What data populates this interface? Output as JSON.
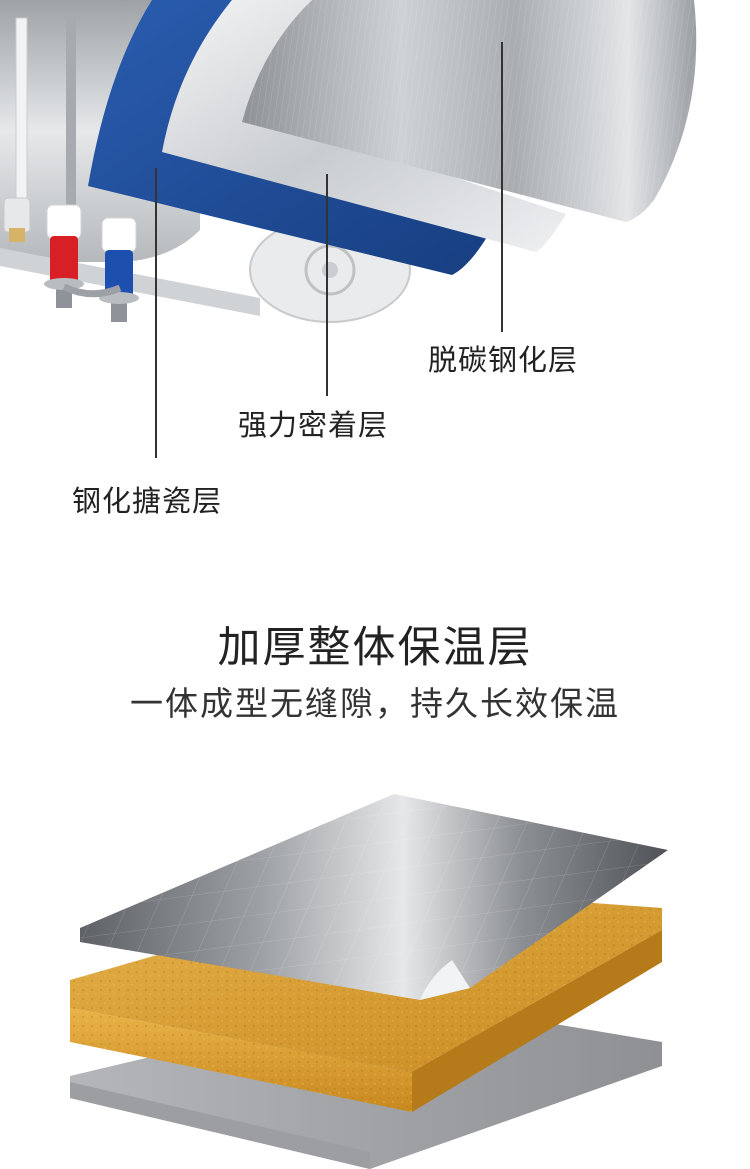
{
  "callouts": {
    "outer_layer": "脱碳钢化层",
    "middle_layer": "强力密着层",
    "inner_layer": "钢化搪瓷层"
  },
  "insulation": {
    "title": "加厚整体保温层",
    "subtitle": "一体成型无缝隙，持久长效保温"
  },
  "colors": {
    "enamel_blue": "#1f4e99",
    "steel_gray": "#b8babd",
    "insulation_gold": "#d9a030",
    "inlet_red": "#d81f26",
    "outlet_blue": "#1c4fae"
  }
}
